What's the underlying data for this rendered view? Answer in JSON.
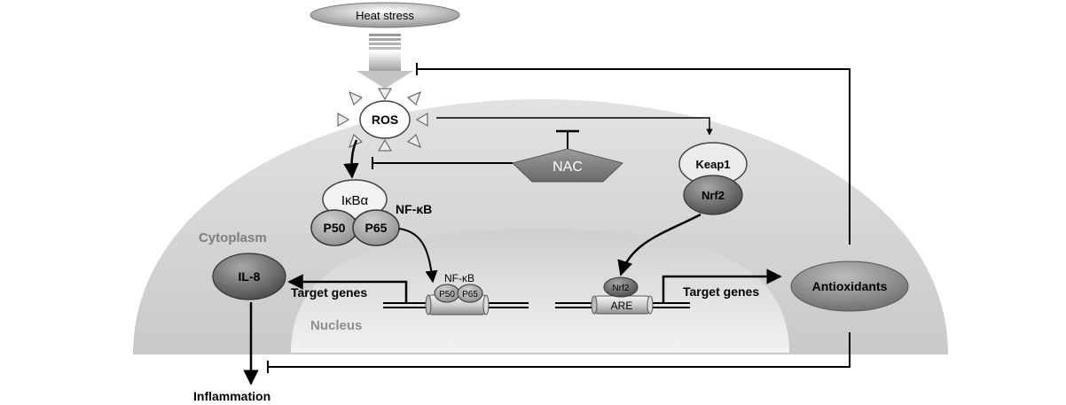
{
  "labels": {
    "heat_stress": "Heat stress",
    "ros": "ROS",
    "nac": "NAC",
    "keap1": "Keap1",
    "nrf2": "Nrf2",
    "ikba": "IκBα",
    "nfkb": "NF-κB",
    "p50": "P50",
    "p65": "P65",
    "cytoplasm": "Cytoplasm",
    "nucleus": "Nucleus",
    "il8": "IL-8",
    "target_genes_left": "Target genes",
    "target_genes_right": "Target genes",
    "nfkb_nuclear": "NF-κB",
    "p50_small": "P50",
    "p65_small": "P65",
    "nrf2_small": "Nrf2",
    "are": "ARE",
    "antioxidants": "Antioxidants",
    "inflammation": "Inflammation"
  }
}
